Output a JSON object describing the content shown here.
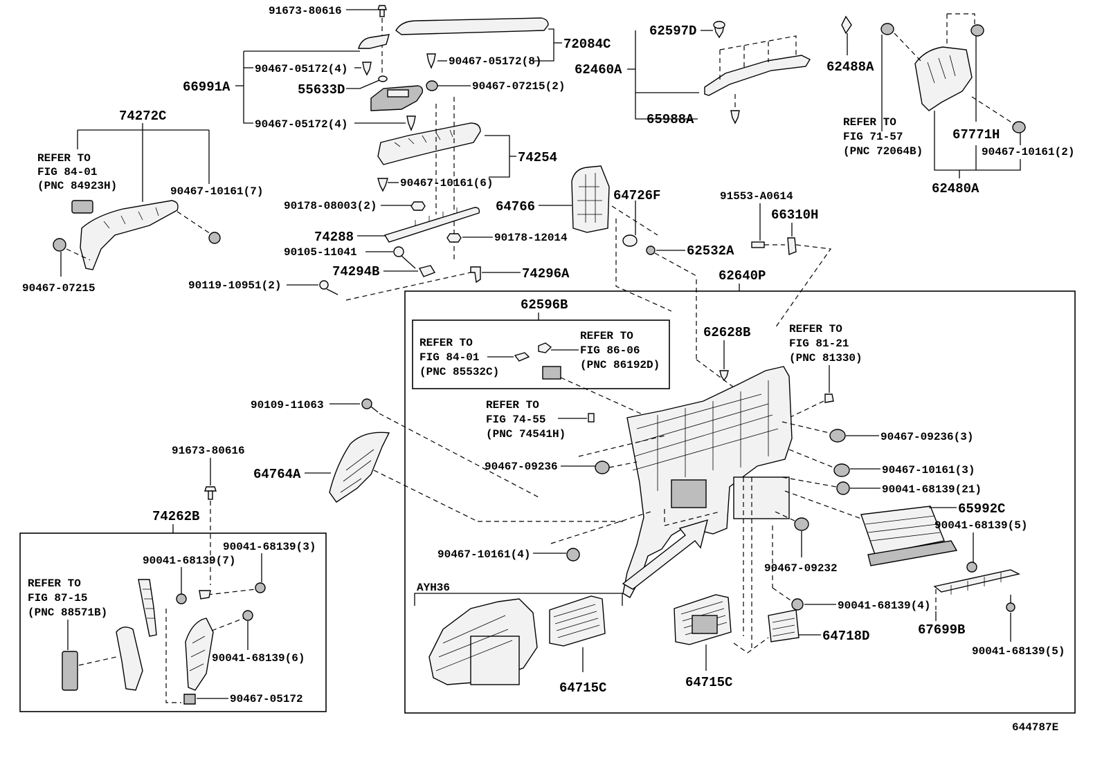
{
  "diagram_id": "644787E",
  "variant": "AYH36",
  "labels": {
    "p91673_80616_top": "91673-80616",
    "p72084C": "72084C",
    "p90467_05172_8": "90467-05172(8)",
    "p66991A": "66991A",
    "p90467_05172_4a": "90467-05172(4)",
    "p55633D": "55633D",
    "p90467_07215_2": "90467-07215(2)",
    "p90467_05172_4b": "90467-05172(4)",
    "p74272C": "74272C",
    "p74254": "74254",
    "p90467_10161_6": "90467-10161(6)",
    "p90467_10161_7": "90467-10161(7)",
    "p90178_08003_2": "90178-08003(2)",
    "p74288": "74288",
    "p90178_12014": "90178-12014",
    "p90105_11041": "90105-11041",
    "p74294B": "74294B",
    "p74296A": "74296A",
    "p90119_10951_2": "90119-10951(2)",
    "p90467_07215": "90467-07215",
    "p62597D": "62597D",
    "p62460A": "62460A",
    "p65988A": "65988A",
    "p62488A": "62488A",
    "p67771H": "67771H",
    "p90467_10161_2": "90467-10161(2)",
    "p62480A": "62480A",
    "p64766": "64766",
    "p64726F": "64726F",
    "p62532A": "62532A",
    "p91553_A0614": "91553-A0614",
    "p66310H": "66310H",
    "p62640P": "62640P",
    "p62596B": "62596B",
    "p62628B": "62628B",
    "p90109_11063": "90109-11063",
    "p90467_09236_3": "90467-09236(3)",
    "p90467_09236": "90467-09236",
    "p90467_10161_3": "90467-10161(3)",
    "p90041_68139_21": "90041-68139(21)",
    "p65992C": "65992C",
    "p90041_68139_5a": "90041-68139(5)",
    "p64764A": "64764A",
    "p91673_80616_low": "91673-80616",
    "p74262B": "74262B",
    "p90041_68139_3": "90041-68139(3)",
    "p90041_68139_7": "90041-68139(7)",
    "p90467_10161_4": "90467-10161(4)",
    "p90467_09232": "90467-09232",
    "p90041_68139_4": "90041-68139(4)",
    "p67699B": "67699B",
    "p90041_68139_5b": "90041-68139(5)",
    "p64718D": "64718D",
    "p90041_68139_6": "90041-68139(6)",
    "p90467_05172": "90467-05172",
    "p64715C_a": "64715C",
    "p64715C_b": "64715C"
  },
  "notes": {
    "n84923H": [
      "REFER TO",
      "FIG 84-01",
      "(PNC 84923H)"
    ],
    "n72064B": [
      "REFER TO",
      "FIG 71-57",
      "(PNC 72064B)"
    ],
    "n85532C": [
      "REFER TO",
      "FIG 84-01",
      "(PNC 85532C)"
    ],
    "n86192D": [
      "REFER TO",
      "FIG 86-06",
      "(PNC 86192D)"
    ],
    "n81330": [
      "REFER TO",
      "FIG 81-21",
      "(PNC 81330)"
    ],
    "n74541H": [
      "REFER TO",
      "FIG 74-55",
      "(PNC 74541H)"
    ],
    "n88571B": [
      "REFER TO",
      "FIG 87-15",
      "(PNC 88571B)"
    ]
  }
}
